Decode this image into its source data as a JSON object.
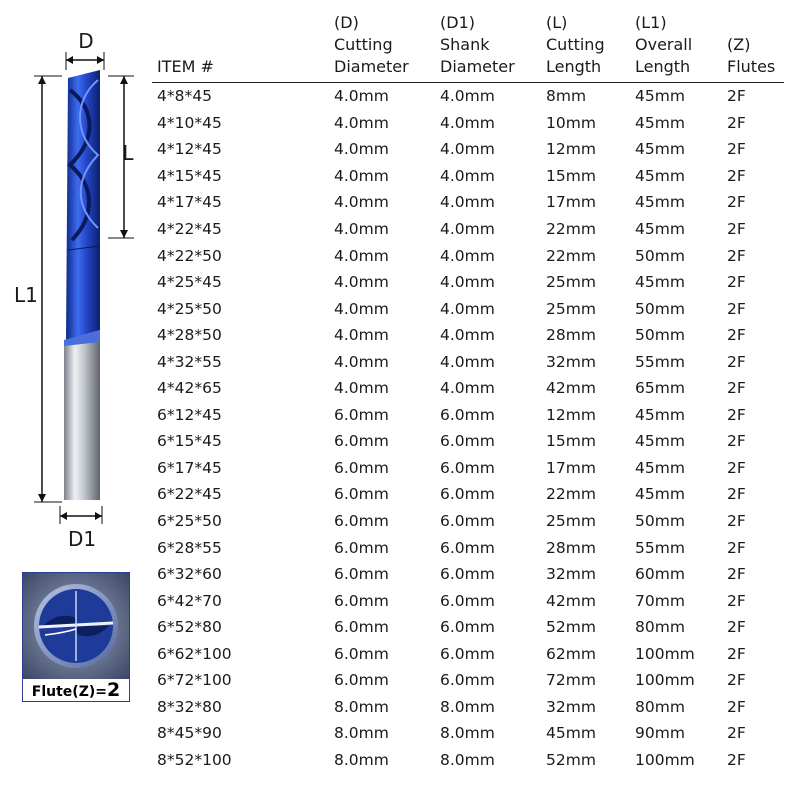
{
  "diagram": {
    "label_d": "D",
    "label_l": "L",
    "label_l1": "L1",
    "label_d1": "D1",
    "flute_label_text": "Flute(Z)=",
    "flute_label_value": "2",
    "coating_color": "#2b56d6",
    "shank_color": "#b8bcc4"
  },
  "table": {
    "headers": [
      {
        "code": "",
        "line1": "",
        "line2": "ITEM #"
      },
      {
        "code": "(D)",
        "line1": "Cutting",
        "line2": "Diameter"
      },
      {
        "code": "(D1)",
        "line1": "Shank",
        "line2": "Diameter"
      },
      {
        "code": "(L)",
        "line1": "Cutting",
        "line2": "Length"
      },
      {
        "code": "(L1)",
        "line1": "Overall",
        "line2": "Length"
      },
      {
        "code": "",
        "line1": "(Z)",
        "line2": "Flutes"
      }
    ],
    "rows": [
      [
        "4*8*45",
        "4.0mm",
        "4.0mm",
        "8mm",
        "45mm",
        "2F"
      ],
      [
        "4*10*45",
        "4.0mm",
        "4.0mm",
        "10mm",
        "45mm",
        "2F"
      ],
      [
        "4*12*45",
        "4.0mm",
        "4.0mm",
        "12mm",
        "45mm",
        "2F"
      ],
      [
        "4*15*45",
        "4.0mm",
        "4.0mm",
        "15mm",
        "45mm",
        "2F"
      ],
      [
        "4*17*45",
        "4.0mm",
        "4.0mm",
        "17mm",
        "45mm",
        "2F"
      ],
      [
        "4*22*45",
        "4.0mm",
        "4.0mm",
        "22mm",
        "45mm",
        "2F"
      ],
      [
        "4*22*50",
        "4.0mm",
        "4.0mm",
        "22mm",
        "50mm",
        "2F"
      ],
      [
        "4*25*45",
        "4.0mm",
        "4.0mm",
        "25mm",
        "45mm",
        "2F"
      ],
      [
        "4*25*50",
        "4.0mm",
        "4.0mm",
        "25mm",
        "50mm",
        "2F"
      ],
      [
        "4*28*50",
        "4.0mm",
        "4.0mm",
        "28mm",
        "50mm",
        "2F"
      ],
      [
        "4*32*55",
        "4.0mm",
        "4.0mm",
        "32mm",
        "55mm",
        "2F"
      ],
      [
        "4*42*65",
        "4.0mm",
        "4.0mm",
        "42mm",
        "65mm",
        "2F"
      ],
      [
        "6*12*45",
        "6.0mm",
        "6.0mm",
        "12mm",
        "45mm",
        "2F"
      ],
      [
        "6*15*45",
        "6.0mm",
        "6.0mm",
        "15mm",
        "45mm",
        "2F"
      ],
      [
        "6*17*45",
        "6.0mm",
        "6.0mm",
        "17mm",
        "45mm",
        "2F"
      ],
      [
        "6*22*45",
        "6.0mm",
        "6.0mm",
        "22mm",
        "45mm",
        "2F"
      ],
      [
        "6*25*50",
        "6.0mm",
        "6.0mm",
        "25mm",
        "50mm",
        "2F"
      ],
      [
        "6*28*55",
        "6.0mm",
        "6.0mm",
        "28mm",
        "55mm",
        "2F"
      ],
      [
        "6*32*60",
        "6.0mm",
        "6.0mm",
        "32mm",
        "60mm",
        "2F"
      ],
      [
        "6*42*70",
        "6.0mm",
        "6.0mm",
        "42mm",
        "70mm",
        "2F"
      ],
      [
        "6*52*80",
        "6.0mm",
        "6.0mm",
        "52mm",
        "80mm",
        "2F"
      ],
      [
        "6*62*100",
        "6.0mm",
        "6.0mm",
        "62mm",
        "100mm",
        "2F"
      ],
      [
        "6*72*100",
        "6.0mm",
        "6.0mm",
        "72mm",
        "100mm",
        "2F"
      ],
      [
        "8*32*80",
        "8.0mm",
        "8.0mm",
        "32mm",
        "80mm",
        "2F"
      ],
      [
        "8*45*90",
        "8.0mm",
        "8.0mm",
        "45mm",
        "90mm",
        "2F"
      ],
      [
        "8*52*100",
        "8.0mm",
        "8.0mm",
        "52mm",
        "100mm",
        "2F"
      ]
    ]
  }
}
